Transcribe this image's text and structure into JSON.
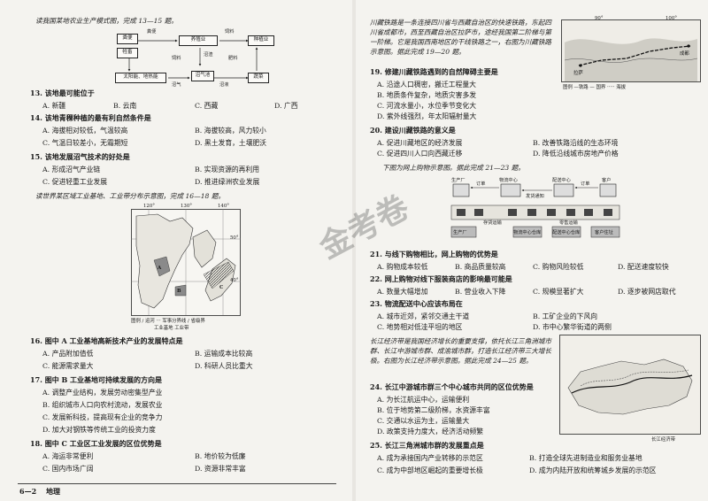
{
  "left": {
    "intro1": "读我国某地农业生产模式图，完成 13—15 题。",
    "diagram": {
      "boxes": [
        "粪便",
        "牲畜",
        "养殖业",
        "沼气池",
        "太阳能、地热能",
        "蔬菜",
        "种植业",
        "沼渣",
        "饲料",
        "肥料",
        "粪便",
        "饲料",
        "沼液",
        "沼气"
      ]
    },
    "q13": {
      "stem": "13. 该地最可能位于",
      "options": [
        "A. 新疆",
        "B. 云南",
        "C. 西藏",
        "D. 广西"
      ]
    },
    "q14": {
      "stem": "14. 该地青稞种植的最有利自然条件是",
      "options": [
        "A. 海拔相对较低，气温较高",
        "B. 海拔较高，风力较小",
        "C. 气温日较差小，无霜期短",
        "D. 黑土发育，土壤肥沃"
      ]
    },
    "q15": {
      "stem": "15. 该地发展沼气技术的好处是",
      "options": [
        "A. 形成沼气产业链",
        "B. 实现资源的再利用",
        "C. 促进轻重工业发展",
        "D. 推进绿洲农业发展"
      ]
    },
    "intro2": "读世界某区域工业基地、工业带分布示意图，完成 16—18 题。",
    "map1": {
      "lon_labels": [
        "120°",
        "130°",
        "140°"
      ],
      "lat_labels": [
        "50°",
        "40°"
      ],
      "region_labels": [
        "A",
        "B",
        "C"
      ],
      "legend": "图例 ∕ 运河 ··· 军事分界线 ∕ 省级界",
      "legend2": "工业基地  工业带"
    },
    "q16": {
      "stem": "16. 图中 A 工业基地高新技术产业的发展特点是",
      "options": [
        "A. 产品附加值低",
        "B. 运输成本比较高",
        "C. 能源需求量大",
        "D. 科研人员比重大"
      ]
    },
    "q17": {
      "stem": "17. 图中 B 工业基地可持续发展的方向是",
      "options": [
        "A. 调整产业结构，发展劳动密集型产业",
        "B. 组织城市人口向农村流动，发展农业",
        "C. 发展新科技，提高现有企业的竞争力",
        "D. 加大对钢铁等传统工业的投资力度"
      ]
    },
    "q18": {
      "stem": "18. 图中 C 工业区工业发展的区位优势是",
      "options": [
        "A. 海运非常便利",
        "B. 地价较为低廉",
        "C. 国内市场广阔",
        "D. 资源非常丰富"
      ]
    },
    "footer_num": "6—2",
    "footer_subject": "地理"
  },
  "right": {
    "intro1": "川藏铁路是一条连接四川省与西藏自治区的快速铁路，东起四川省成都市，西至西藏自治区拉萨市，途经我国第二阶梯与第一阶梯。它是我国西南地区的干线铁路之一，右图为川藏铁路示意图。据此完成 19—20 题。",
    "map2": {
      "lon_labels": [
        "90°",
        "100°"
      ],
      "cities": [
        "拉萨",
        "成都"
      ],
      "legend": "图例 —铁路 — 国界 ····· 海拔"
    },
    "q19": {
      "stem": "19. 修建川藏铁路遇到的自然障碍主要是",
      "options": [
        "A. 沿途人口稠密，搬迁工程量大",
        "B. 地质条件复杂，地质灾害多发",
        "C. 河流水量小，水位季节变化大",
        "D. 紫外线强烈，年太阳辐射量大"
      ]
    },
    "q20": {
      "stem": "20. 建设川藏铁路的意义是",
      "options": [
        "A. 促进川藏地区的经济发展",
        "B. 改善铁路沿线的生态环境",
        "C. 促进四川人口向西藏迁移",
        "D. 降低沿线城市房地产价格"
      ]
    },
    "intro2": "下图为网上购物示意图。据此完成 21—23 题。",
    "shop": {
      "labels": [
        "生产厂",
        "订单",
        "物流中心",
        "发货通知",
        "配送中心",
        "订单",
        "客户",
        "存货运输",
        "零售运输",
        "生产厂",
        "物流中心仓库",
        "配送中心仓库",
        "客户住址"
      ]
    },
    "q21": {
      "stem": "21. 与线下购物相比，网上购物的优势是",
      "options": [
        "A. 购物成本较低",
        "B. 商品质量较高",
        "C. 购物风险较低",
        "D. 配送速度较快"
      ]
    },
    "q22": {
      "stem": "22. 网上购物对线下服装商店的影响最可能是",
      "options": [
        "A. 数量大幅增加",
        "B. 营业收入下降",
        "C. 规模显著扩大",
        "D. 逐步被网店取代"
      ]
    },
    "q23": {
      "stem": "23. 物流配送中心应该布局在",
      "options": [
        "A. 城市近郊，紧邻交通主干道",
        "B. 工矿企业的下风向",
        "C. 地势相对低洼平坦的地区",
        "D. 市中心繁华街道的两侧"
      ]
    },
    "intro3": "长江经济带是我国经济增长的重要支撑，依托长江三角洲城市群、长江中游城市群、成渝城市群，打造长江经济带三大增长极。右图为长江经济带示意图。据此完成 24—25 题。",
    "map3": {
      "legend": "长江经济带"
    },
    "q24": {
      "stem": "24. 长江中游城市群三个中心城市共同的区位优势是",
      "options": [
        "A. 为长江航运中心，运输便利",
        "B. 位于地势第二级阶梯，水资源丰富",
        "C. 交通以水运为主，运输量大",
        "D. 政策支持力度大，经济活动频繁"
      ]
    },
    "q25": {
      "stem": "25. 长江三角洲城市群的发展重点是",
      "options": [
        "A. 成为承接国内产业转移的示范区",
        "B. 打造全球先进制造业和服务业基地",
        "C. 成为中部地区崛起的重要增长极",
        "D. 成为内陆开放和统筹城乡发展的示范区"
      ]
    },
    "watermark": "金考卷"
  }
}
